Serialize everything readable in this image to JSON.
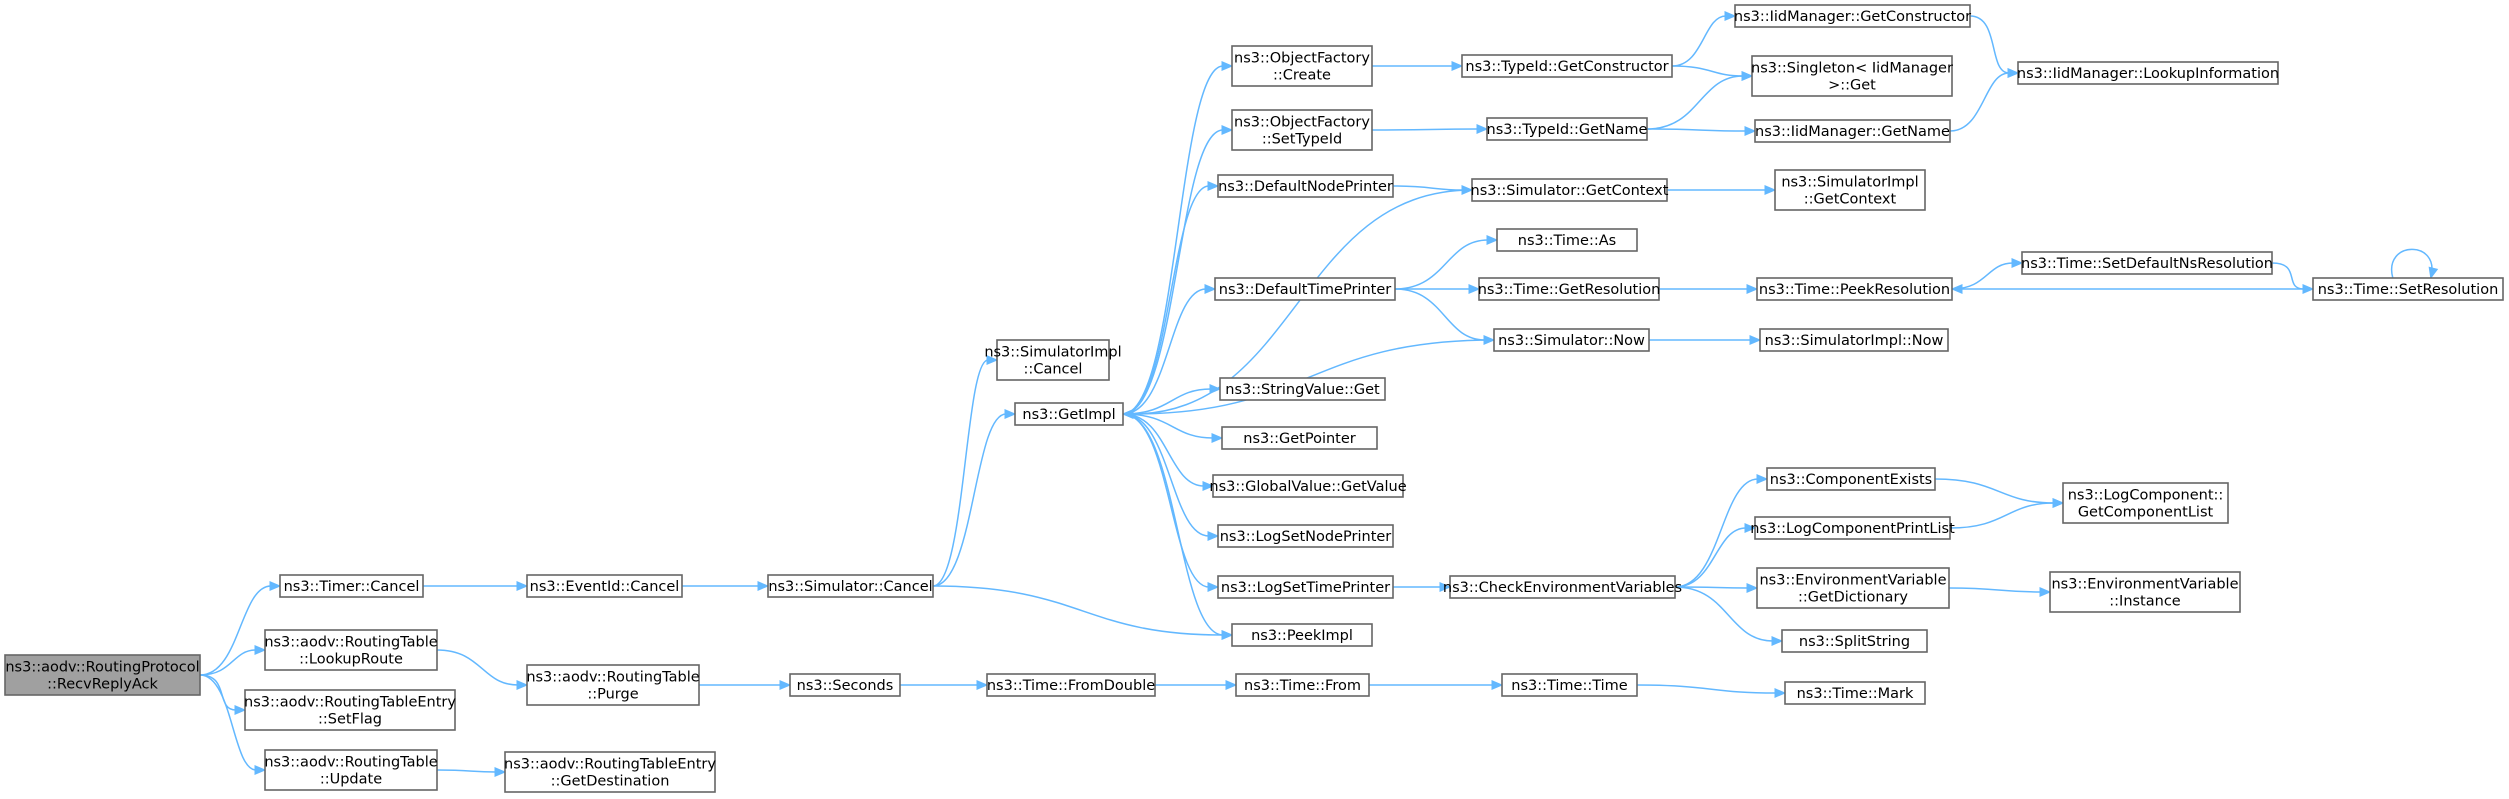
{
  "diagram": {
    "type": "call-graph",
    "root": "recv_reply_ack",
    "nodes": [
      {
        "id": "recv_reply_ack",
        "lines": [
          "ns3::aodv::RoutingProtocol",
          "::RecvReplyAck"
        ],
        "root": true
      },
      {
        "id": "timer_cancel",
        "lines": [
          "ns3::Timer::Cancel"
        ]
      },
      {
        "id": "rt_lookup_route",
        "lines": [
          "ns3::aodv::RoutingTable",
          "::LookupRoute"
        ]
      },
      {
        "id": "rte_set_flag",
        "lines": [
          "ns3::aodv::RoutingTableEntry",
          "::SetFlag"
        ]
      },
      {
        "id": "rt_update",
        "lines": [
          "ns3::aodv::RoutingTable",
          "::Update"
        ]
      },
      {
        "id": "eventid_cancel",
        "lines": [
          "ns3::EventId::Cancel"
        ]
      },
      {
        "id": "rt_purge",
        "lines": [
          "ns3::aodv::RoutingTable",
          "::Purge"
        ]
      },
      {
        "id": "rte_get_destination",
        "lines": [
          "ns3::aodv::RoutingTableEntry",
          "::GetDestination"
        ]
      },
      {
        "id": "simulator_cancel",
        "lines": [
          "ns3::Simulator::Cancel"
        ]
      },
      {
        "id": "seconds",
        "lines": [
          "ns3::Seconds"
        ]
      },
      {
        "id": "simimpl_cancel",
        "lines": [
          "ns3::SimulatorImpl",
          "::Cancel"
        ]
      },
      {
        "id": "getimpl",
        "lines": [
          "ns3::GetImpl"
        ]
      },
      {
        "id": "time_fromdouble",
        "lines": [
          "ns3::Time::FromDouble"
        ]
      },
      {
        "id": "of_create",
        "lines": [
          "ns3::ObjectFactory",
          "::Create"
        ]
      },
      {
        "id": "of_settypeid",
        "lines": [
          "ns3::ObjectFactory",
          "::SetTypeId"
        ]
      },
      {
        "id": "default_node_printer",
        "lines": [
          "ns3::DefaultNodePrinter"
        ]
      },
      {
        "id": "default_time_printer",
        "lines": [
          "ns3::DefaultTimePrinter"
        ]
      },
      {
        "id": "stringvalue_get",
        "lines": [
          "ns3::StringValue::Get"
        ]
      },
      {
        "id": "getpointer",
        "lines": [
          "ns3::GetPointer"
        ]
      },
      {
        "id": "globalvalue_getvalue",
        "lines": [
          "ns3::GlobalValue::GetValue"
        ]
      },
      {
        "id": "log_set_node_printer",
        "lines": [
          "ns3::LogSetNodePrinter"
        ]
      },
      {
        "id": "log_set_time_printer",
        "lines": [
          "ns3::LogSetTimePrinter"
        ]
      },
      {
        "id": "peekimpl",
        "lines": [
          "ns3::PeekImpl"
        ]
      },
      {
        "id": "time_from",
        "lines": [
          "ns3::Time::From"
        ]
      },
      {
        "id": "typeid_getconstructor",
        "lines": [
          "ns3::TypeId::GetConstructor"
        ]
      },
      {
        "id": "typeid_getname",
        "lines": [
          "ns3::TypeId::GetName"
        ]
      },
      {
        "id": "simulator_getcontext",
        "lines": [
          "ns3::Simulator::GetContext"
        ]
      },
      {
        "id": "time_as",
        "lines": [
          "ns3::Time::As"
        ]
      },
      {
        "id": "time_getresolution",
        "lines": [
          "ns3::Time::GetResolution"
        ]
      },
      {
        "id": "simulator_now",
        "lines": [
          "ns3::Simulator::Now"
        ]
      },
      {
        "id": "check_env_vars",
        "lines": [
          "ns3::CheckEnvironmentVariables"
        ]
      },
      {
        "id": "time_time",
        "lines": [
          "ns3::Time::Time"
        ]
      },
      {
        "id": "iidmgr_getconstructor",
        "lines": [
          "ns3::IidManager::GetConstructor"
        ]
      },
      {
        "id": "singleton_get",
        "lines": [
          "ns3::Singleton< IidManager",
          " >::Get"
        ]
      },
      {
        "id": "iidmgr_getname",
        "lines": [
          "ns3::IidManager::GetName"
        ]
      },
      {
        "id": "simimpl_getcontext",
        "lines": [
          "ns3::SimulatorImpl",
          "::GetContext"
        ]
      },
      {
        "id": "time_peekresolution",
        "lines": [
          "ns3::Time::PeekResolution"
        ]
      },
      {
        "id": "simimpl_now",
        "lines": [
          "ns3::SimulatorImpl::Now"
        ]
      },
      {
        "id": "component_exists",
        "lines": [
          "ns3::ComponentExists"
        ]
      },
      {
        "id": "log_component_print_list",
        "lines": [
          "ns3::LogComponentPrintList"
        ]
      },
      {
        "id": "envvar_getdictionary",
        "lines": [
          "ns3::EnvironmentVariable",
          "::GetDictionary"
        ]
      },
      {
        "id": "split_string",
        "lines": [
          "ns3::SplitString"
        ]
      },
      {
        "id": "time_mark",
        "lines": [
          "ns3::Time::Mark"
        ]
      },
      {
        "id": "iidmgr_lookupinformation",
        "lines": [
          "ns3::IidManager::LookupInformation"
        ]
      },
      {
        "id": "time_setdefaultnsresolution",
        "lines": [
          "ns3::Time::SetDefaultNsResolution"
        ]
      },
      {
        "id": "logcomponent_getcomponentlist",
        "lines": [
          "ns3::LogComponent::",
          "GetComponentList"
        ]
      },
      {
        "id": "envvar_instance",
        "lines": [
          "ns3::EnvironmentVariable",
          "::Instance"
        ]
      },
      {
        "id": "time_setresolution",
        "lines": [
          "ns3::Time::SetResolution"
        ]
      }
    ],
    "edges": [
      [
        "recv_reply_ack",
        "timer_cancel"
      ],
      [
        "recv_reply_ack",
        "rt_lookup_route"
      ],
      [
        "recv_reply_ack",
        "rte_set_flag"
      ],
      [
        "recv_reply_ack",
        "rt_update"
      ],
      [
        "timer_cancel",
        "eventid_cancel"
      ],
      [
        "rt_lookup_route",
        "rt_purge"
      ],
      [
        "rt_update",
        "rte_get_destination"
      ],
      [
        "eventid_cancel",
        "simulator_cancel"
      ],
      [
        "rt_purge",
        "seconds"
      ],
      [
        "simulator_cancel",
        "simimpl_cancel"
      ],
      [
        "simulator_cancel",
        "getimpl"
      ],
      [
        "simulator_cancel",
        "peekimpl"
      ],
      [
        "seconds",
        "time_fromdouble"
      ],
      [
        "time_fromdouble",
        "time_from"
      ],
      [
        "time_from",
        "time_time"
      ],
      [
        "time_time",
        "time_mark"
      ],
      [
        "getimpl",
        "of_create"
      ],
      [
        "getimpl",
        "of_settypeid"
      ],
      [
        "getimpl",
        "default_node_printer"
      ],
      [
        "getimpl",
        "default_time_printer"
      ],
      [
        "getimpl",
        "stringvalue_get"
      ],
      [
        "getimpl",
        "getpointer"
      ],
      [
        "getimpl",
        "globalvalue_getvalue"
      ],
      [
        "getimpl",
        "log_set_node_printer"
      ],
      [
        "getimpl",
        "log_set_time_printer"
      ],
      [
        "getimpl",
        "peekimpl"
      ],
      [
        "simulator_getcontext",
        "getimpl"
      ],
      [
        "simulator_now",
        "getimpl"
      ],
      [
        "of_create",
        "typeid_getconstructor"
      ],
      [
        "of_settypeid",
        "typeid_getname"
      ],
      [
        "default_node_printer",
        "simulator_getcontext"
      ],
      [
        "default_time_printer",
        "time_as"
      ],
      [
        "default_time_printer",
        "time_getresolution"
      ],
      [
        "default_time_printer",
        "simulator_now"
      ],
      [
        "log_set_time_printer",
        "check_env_vars"
      ],
      [
        "typeid_getconstructor",
        "iidmgr_getconstructor"
      ],
      [
        "typeid_getconstructor",
        "singleton_get"
      ],
      [
        "typeid_getname",
        "singleton_get"
      ],
      [
        "typeid_getname",
        "iidmgr_getname"
      ],
      [
        "simulator_getcontext",
        "simimpl_getcontext"
      ],
      [
        "time_getresolution",
        "time_peekresolution"
      ],
      [
        "simulator_now",
        "simimpl_now"
      ],
      [
        "check_env_vars",
        "component_exists"
      ],
      [
        "check_env_vars",
        "log_component_print_list"
      ],
      [
        "check_env_vars",
        "envvar_getdictionary"
      ],
      [
        "check_env_vars",
        "split_string"
      ],
      [
        "iidmgr_getconstructor",
        "iidmgr_lookupinformation"
      ],
      [
        "iidmgr_getname",
        "iidmgr_lookupinformation"
      ],
      [
        "time_peekresolution",
        "time_setdefaultnsresolution"
      ],
      [
        "time_setdefaultnsresolution",
        "time_setresolution"
      ],
      [
        "time_setresolution",
        "time_peekresolution"
      ],
      [
        "time_setresolution",
        "time_setresolution"
      ],
      [
        "component_exists",
        "logcomponent_getcomponentlist"
      ],
      [
        "log_component_print_list",
        "logcomponent_getcomponentlist"
      ],
      [
        "envvar_getdictionary",
        "envvar_instance"
      ]
    ]
  }
}
